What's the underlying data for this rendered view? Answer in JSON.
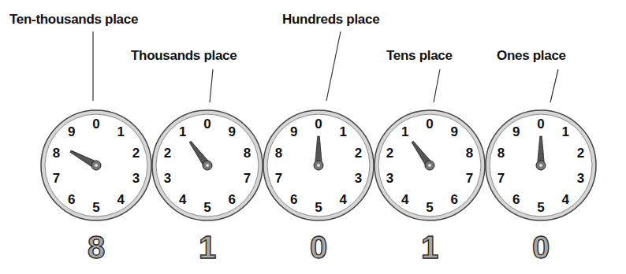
{
  "diagram": {
    "nodes": [
      {
        "text": [
          "0",
          "1",
          "2",
          "3",
          "4",
          "5",
          "6",
          "7",
          "8",
          "9"
        ]
      },
      {
        "text": [
          "0",
          "1",
          "2",
          "3",
          "4",
          "5",
          "6",
          "7",
          "8",
          "9"
        ]
      },
      {
        "text": [
          "0",
          "1",
          "2",
          "3",
          "4",
          "5",
          "6",
          "7",
          "8",
          "9"
        ]
      },
      {
        "text": [
          "0",
          "1",
          "2",
          "3",
          "4",
          "5",
          "6",
          "7",
          "8",
          "9"
        ]
      },
      {
        "text": [
          "0",
          "1",
          "2",
          "3",
          "4",
          "5",
          "6",
          "7",
          "8",
          "9"
        ]
      }
    ],
    "labels": [
      "Ten-thousands place",
      "Thousands place",
      "Hundreds place",
      "Tens place",
      "Ones place",
      "8",
      "1",
      "0",
      "1",
      "0"
    ]
  }
}
